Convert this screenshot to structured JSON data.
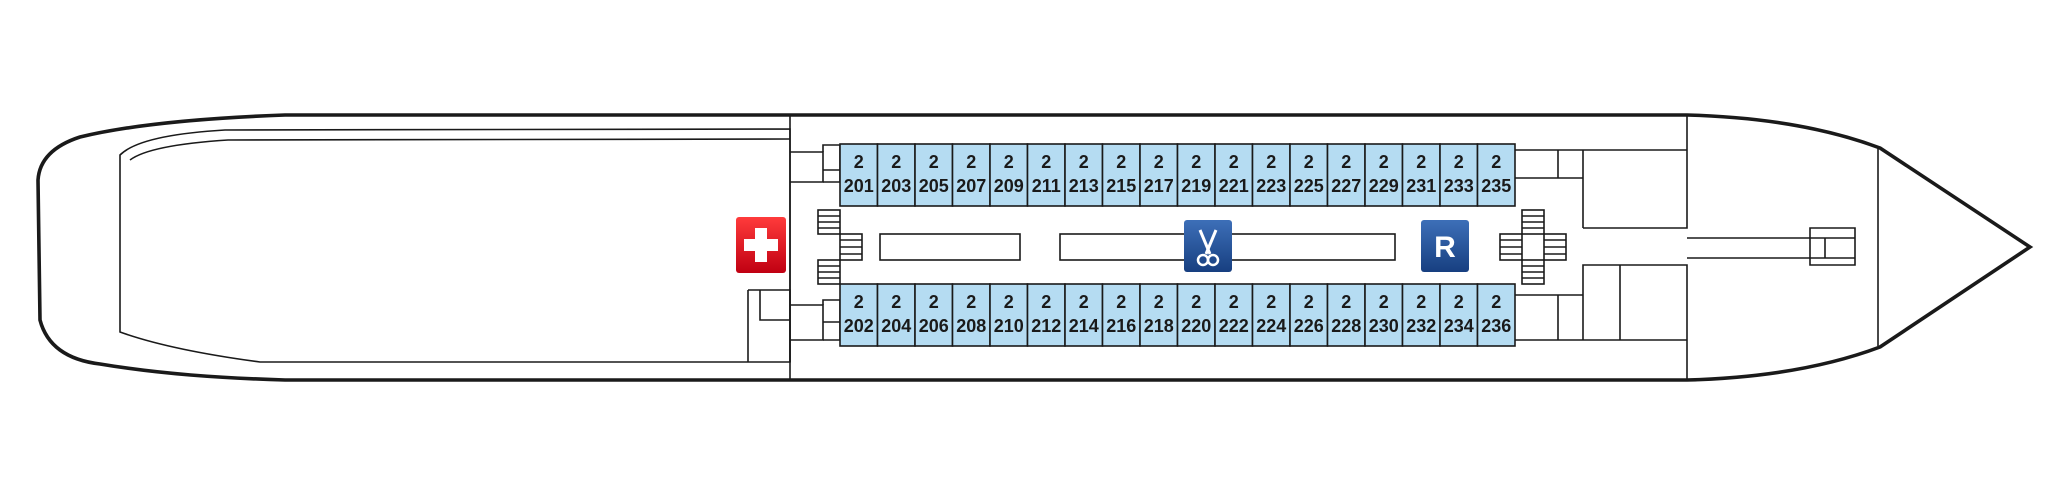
{
  "deck": {
    "cabins_top": [
      {
        "deck": "2",
        "number": "201"
      },
      {
        "deck": "2",
        "number": "203"
      },
      {
        "deck": "2",
        "number": "205"
      },
      {
        "deck": "2",
        "number": "207"
      },
      {
        "deck": "2",
        "number": "209"
      },
      {
        "deck": "2",
        "number": "211"
      },
      {
        "deck": "2",
        "number": "213"
      },
      {
        "deck": "2",
        "number": "215"
      },
      {
        "deck": "2",
        "number": "217"
      },
      {
        "deck": "2",
        "number": "219"
      },
      {
        "deck": "2",
        "number": "221"
      },
      {
        "deck": "2",
        "number": "223"
      },
      {
        "deck": "2",
        "number": "225"
      },
      {
        "deck": "2",
        "number": "227"
      },
      {
        "deck": "2",
        "number": "229"
      },
      {
        "deck": "2",
        "number": "231"
      },
      {
        "deck": "2",
        "number": "233"
      },
      {
        "deck": "2",
        "number": "235"
      }
    ],
    "cabins_bottom": [
      {
        "deck": "2",
        "number": "202"
      },
      {
        "deck": "2",
        "number": "204"
      },
      {
        "deck": "2",
        "number": "206"
      },
      {
        "deck": "2",
        "number": "208"
      },
      {
        "deck": "2",
        "number": "210"
      },
      {
        "deck": "2",
        "number": "212"
      },
      {
        "deck": "2",
        "number": "214"
      },
      {
        "deck": "2",
        "number": "216"
      },
      {
        "deck": "2",
        "number": "218"
      },
      {
        "deck": "2",
        "number": "220"
      },
      {
        "deck": "2",
        "number": "222"
      },
      {
        "deck": "2",
        "number": "224"
      },
      {
        "deck": "2",
        "number": "226"
      },
      {
        "deck": "2",
        "number": "228"
      },
      {
        "deck": "2",
        "number": "230"
      },
      {
        "deck": "2",
        "number": "232"
      },
      {
        "deck": "2",
        "number": "234"
      },
      {
        "deck": "2",
        "number": "236"
      }
    ],
    "icons": {
      "first_aid": {
        "name": "first-aid-icon",
        "color": "#e2001a"
      },
      "hairdresser": {
        "name": "scissors-icon",
        "color": "#1f4e96"
      },
      "reception": {
        "name": "reception-icon",
        "label": "R",
        "color": "#1f4e96"
      }
    },
    "colors": {
      "cabin_fill": "#b5dcf2",
      "outline": "#1a1a1a"
    }
  }
}
